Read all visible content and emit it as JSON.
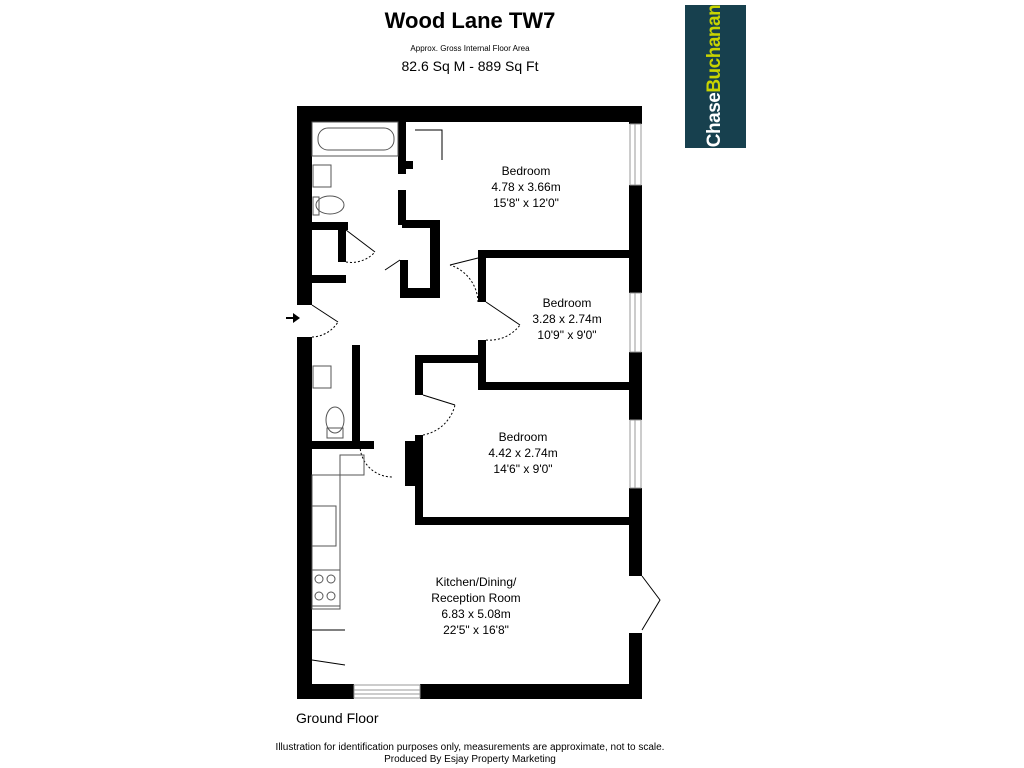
{
  "header": {
    "title": "Wood Lane TW7",
    "subtitle": "Approx. Gross Internal Floor Area",
    "area": "82.6 Sq M - 889 Sq Ft"
  },
  "logo": {
    "part1": "Chase",
    "part2": "Buchanan",
    "bg_color": "#17404e",
    "accent_color": "#c8d400"
  },
  "rooms": [
    {
      "name": "Bedroom",
      "metric": "4.78 x 3.66m",
      "imperial": "15'8\" x 12'0\""
    },
    {
      "name": "Bedroom",
      "metric": "3.28 x 2.74m",
      "imperial": "10'9\" x 9'0\""
    },
    {
      "name": "Bedroom",
      "metric": "4.42 x 2.74m",
      "imperial": "14'6\" x 9'0\""
    },
    {
      "name": "Kitchen/Dining/",
      "name2": "Reception Room",
      "metric": "6.83 x 5.08m",
      "imperial": "22'5\" x 16'8\""
    }
  ],
  "floor_label": "Ground Floor",
  "footer": {
    "line1": "Illustration for identification purposes only, measurements are approximate, not to scale.",
    "line2": "Produced By Esjay Property Marketing"
  },
  "icons": [
    "entrance-arrow-icon",
    "bath-icon",
    "toilet-icon",
    "basin-icon",
    "hob-icon",
    "sink-icon"
  ]
}
